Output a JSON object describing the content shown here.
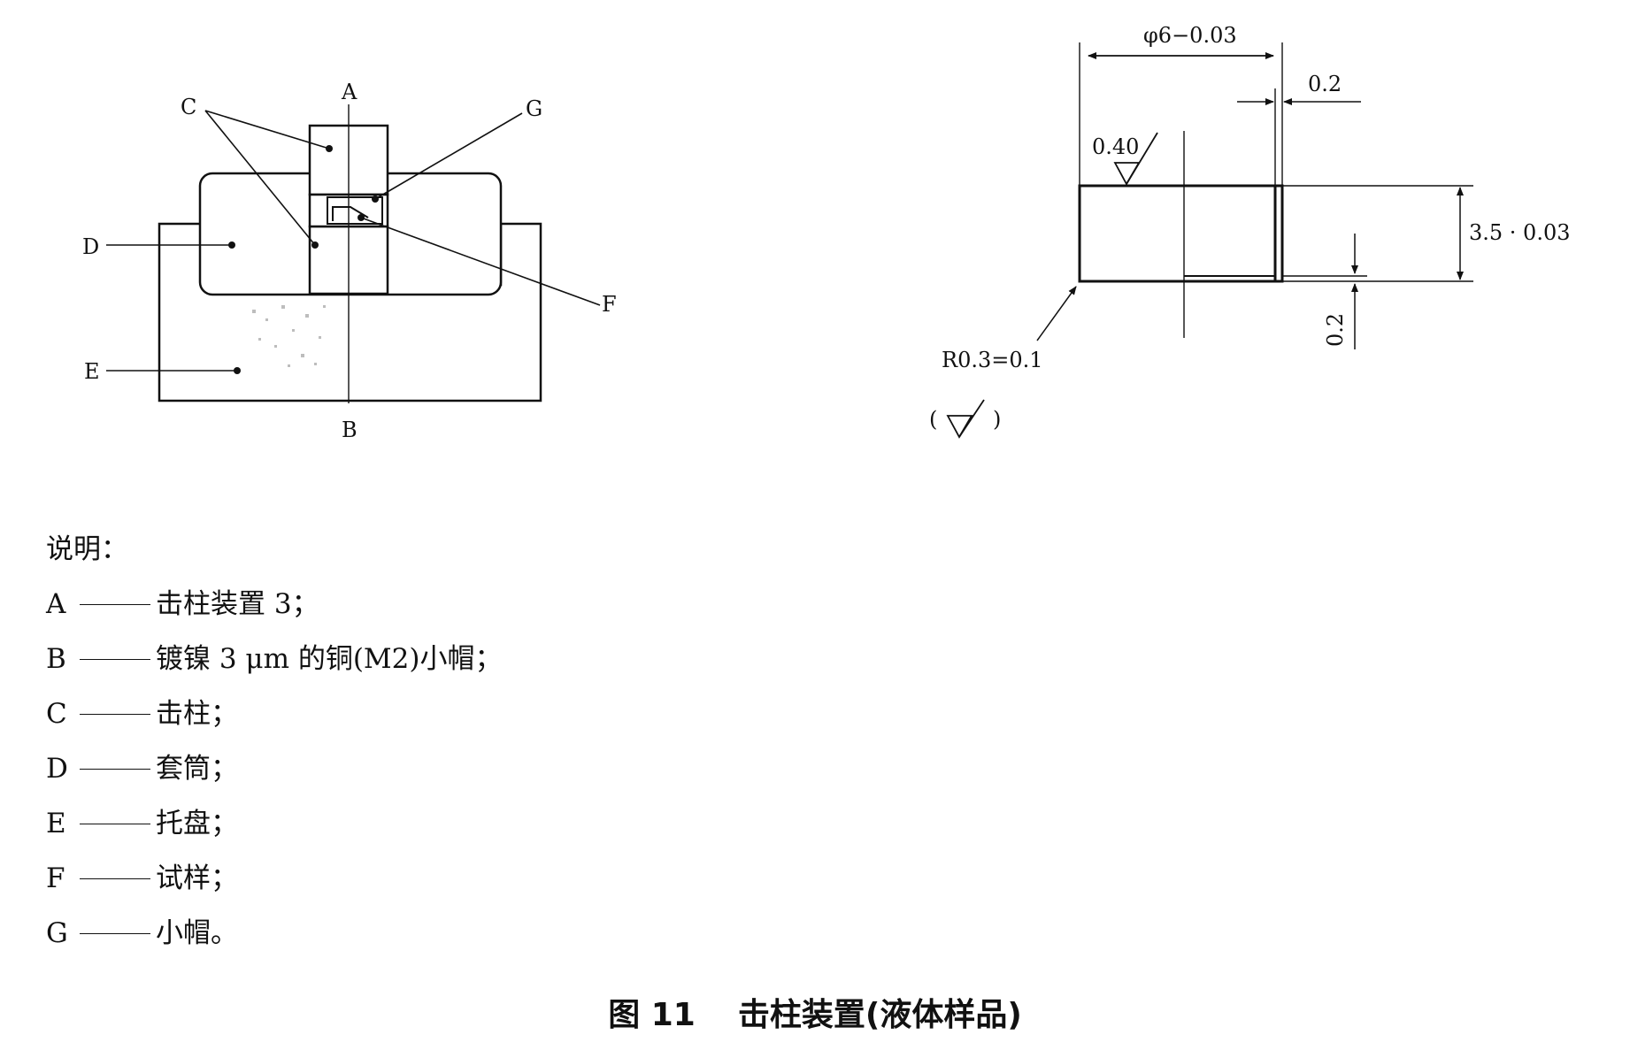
{
  "left_view": {
    "label_A": "A",
    "label_B": "B",
    "label_C": "C",
    "label_D": "D",
    "label_E": "E",
    "label_F": "F",
    "label_G": "G"
  },
  "right_view": {
    "dim_diameter": "φ6−0.03",
    "dim_step": "0.2",
    "dim_roughness": "0.40",
    "dim_height": "3.5 · 0.03",
    "dim_bottom": "0.2",
    "dim_radius": "R0.3=0.1",
    "roughness_open": "(",
    "roughness_close": ")"
  },
  "legend": {
    "title": "说明：",
    "items": [
      {
        "key": "A",
        "text": "击柱装置 3；"
      },
      {
        "key": "B",
        "text": "镀镍 3 μm 的铜(M2)小帽；"
      },
      {
        "key": "C",
        "text": "击柱；"
      },
      {
        "key": "D",
        "text": "套筒；"
      },
      {
        "key": "E",
        "text": "托盘；"
      },
      {
        "key": "F",
        "text": "试样；"
      },
      {
        "key": "G",
        "text": "小帽。"
      }
    ]
  },
  "caption": {
    "number": "图 11",
    "title": "击柱装置(液体样品)"
  }
}
